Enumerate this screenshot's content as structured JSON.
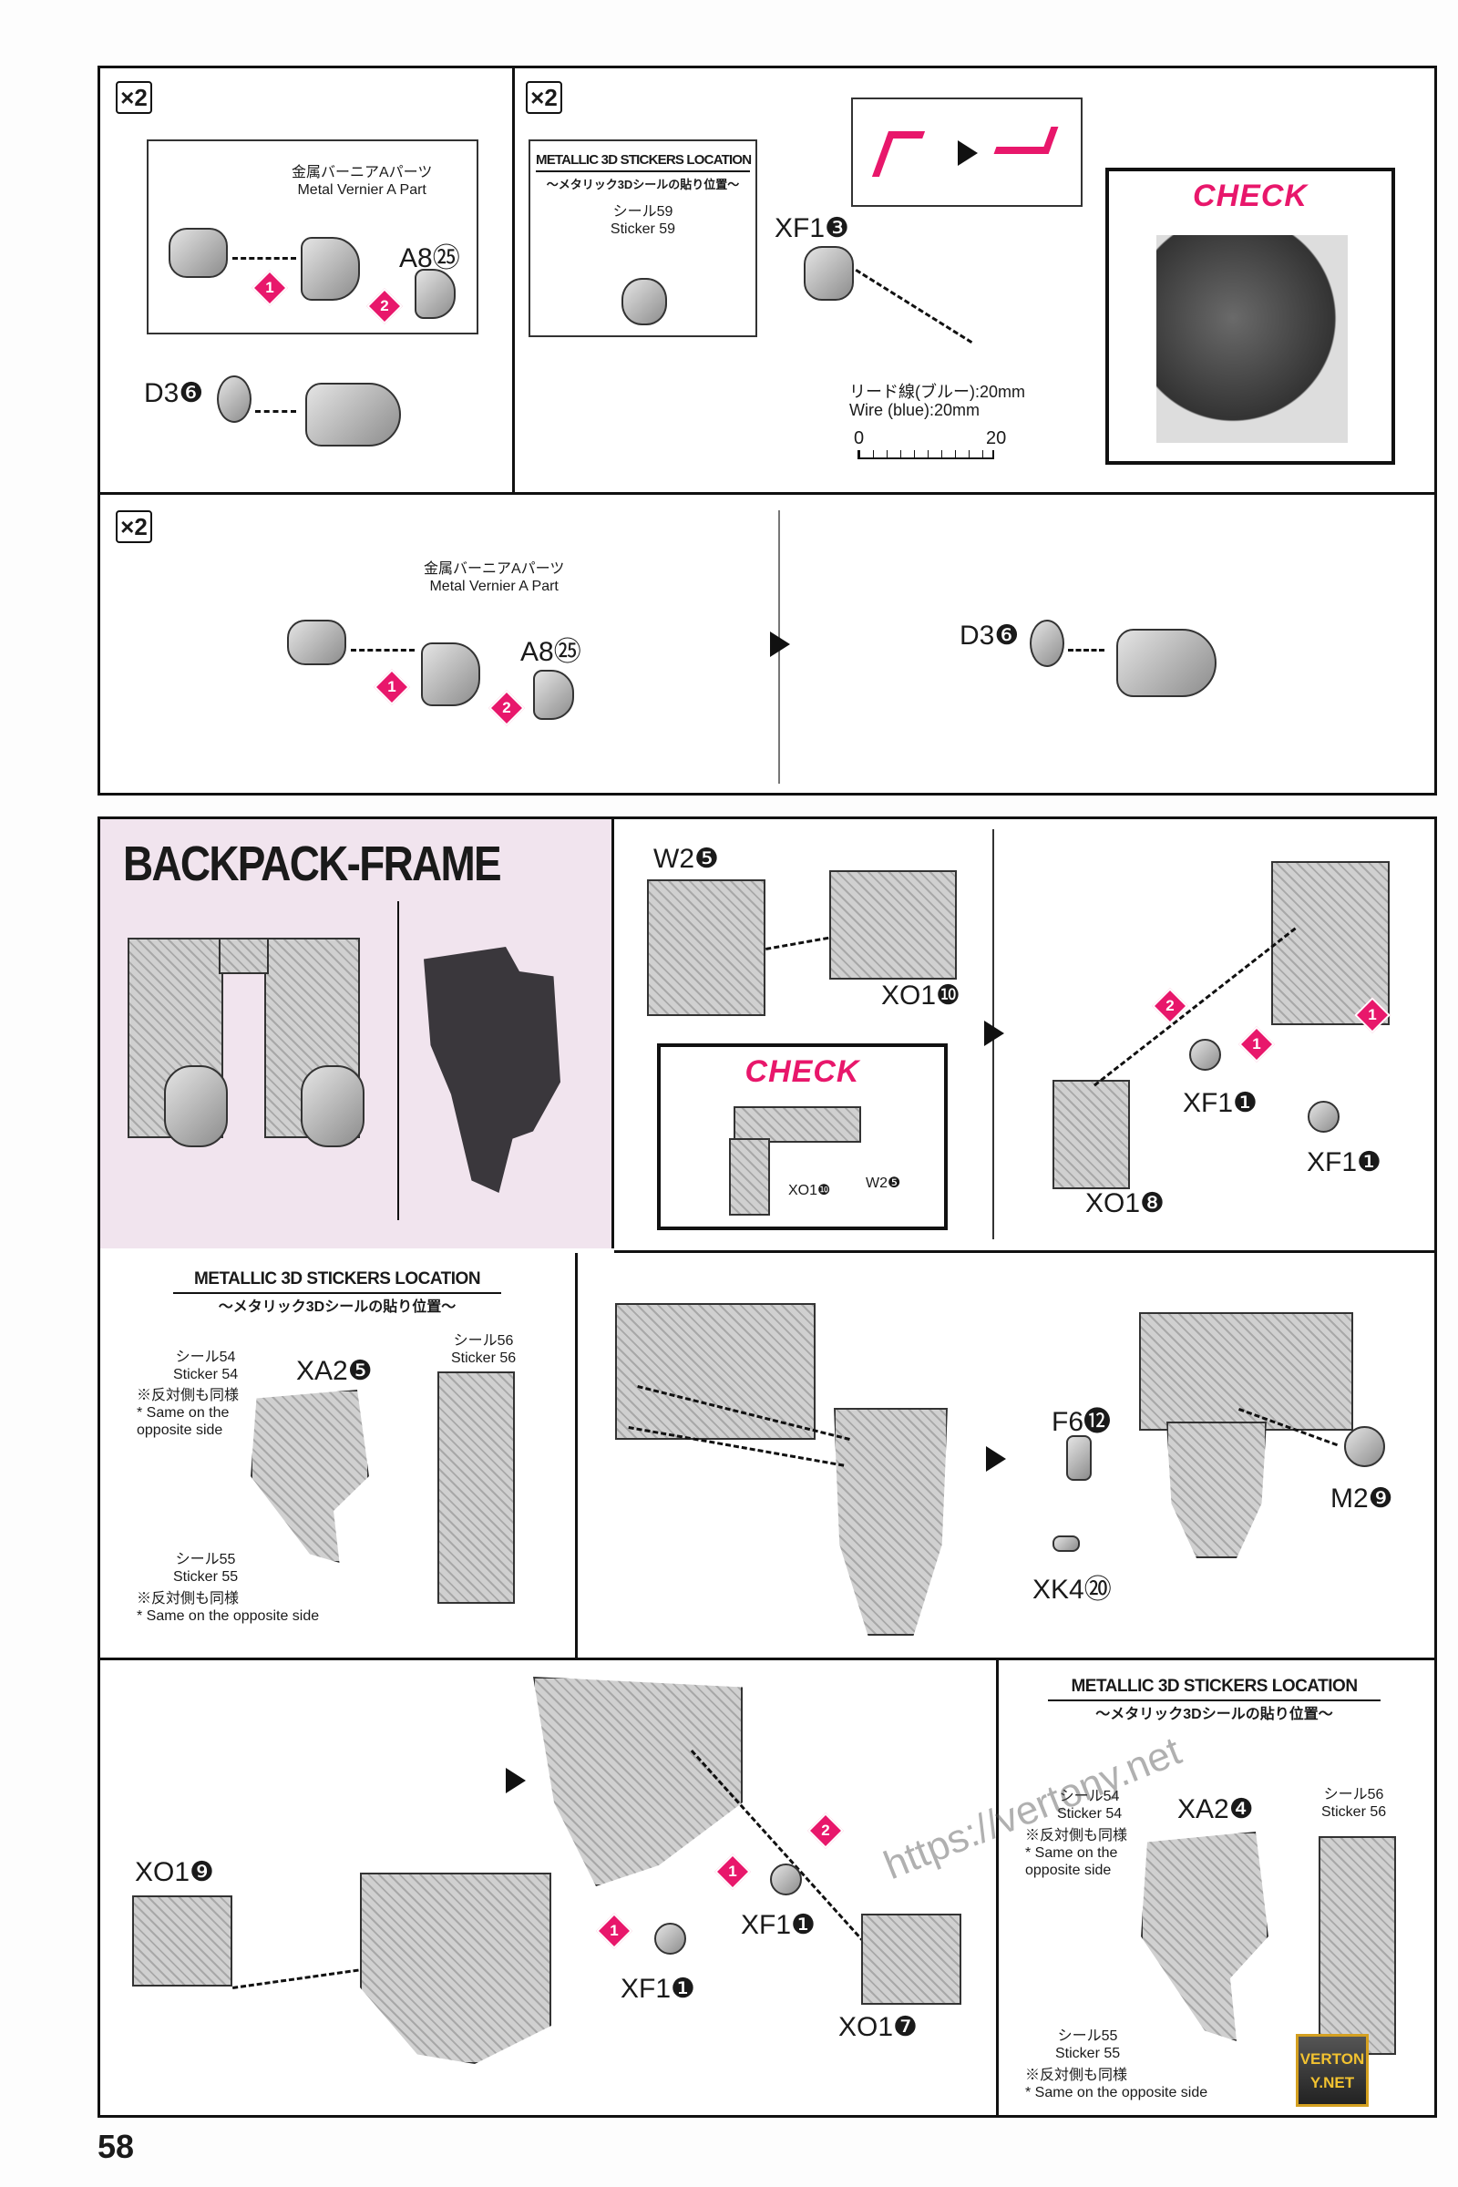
{
  "top_section": {
    "multiplier": "×2",
    "metal_vernier_jp": "金属バーニアAパーツ",
    "metal_vernier_en": "Metal Vernier A Part",
    "part_a8": "A8㉕",
    "part_d3": "D3❻",
    "step_1": "1",
    "step_2": "2",
    "sticker_heading": "METALLIC 3D STICKERS LOCATION",
    "sticker_heading_jp": "～メタリック3Dシールの貼り位置～",
    "sticker_jp": "シール59",
    "sticker_en": "Sticker 59",
    "part_xf1": "XF1❸",
    "wire_jp": "リード線(ブルー):20mm",
    "wire_en": "Wire (blue):20mm",
    "scale_min": "0",
    "scale_max": "20",
    "check_label": "CHECK"
  },
  "second_row": {
    "multiplier": "×2",
    "metal_vernier_jp": "金属バーニアAパーツ",
    "metal_vernier_en": "Metal Vernier A Part",
    "part_a8": "A8㉕",
    "part_d3": "D3❻",
    "step_1": "1",
    "step_2": "2"
  },
  "backpack": {
    "title": "BACKPACK-FRAME",
    "step1": {
      "w2": "W2❺",
      "xo1": "XO1❿",
      "check_label": "CHECK",
      "check_xo1": "XO1❿",
      "check_w2": "W2❺"
    },
    "step2": {
      "xf1_a": "XF1❶",
      "xf1_b": "XF1❶",
      "xo1": "XO1❽",
      "step_1a": "1",
      "step_1b": "1",
      "step_2": "2"
    },
    "stickers_a": {
      "heading": "METALLIC 3D STICKERS LOCATION",
      "heading_jp": "～メタリック3Dシールの貼り位置～",
      "part": "XA2❺",
      "s54_jp": "シール54",
      "s54_en": "Sticker 54",
      "same_jp": "※反対側も同様",
      "same_en": "* Same on the opposite side",
      "s55_jp": "シール55",
      "s55_en": "Sticker 55",
      "same2_jp": "※反対側も同様",
      "same2_en": "* Same on the opposite side",
      "s56_jp": "シール56",
      "s56_en": "Sticker 56"
    },
    "step4": {
      "f6": "F6⓬",
      "m2": "M2❾",
      "xk4": "XK4⑳"
    },
    "step5": {
      "xo1_9": "XO1❾",
      "xf1_a": "XF1❶",
      "xf1_b": "XF1❶",
      "xo1_7": "XO1❼",
      "step_1a": "1",
      "step_1b": "1",
      "step_2": "2"
    },
    "stickers_b": {
      "heading": "METALLIC 3D STICKERS LOCATION",
      "heading_jp": "～メタリック3Dシールの貼り位置～",
      "part": "XA2❹",
      "s54_jp": "シール54",
      "s54_en": "Sticker 54",
      "same_jp": "※反対側も同様",
      "same_en": "* Same on the opposite side",
      "s55_jp": "シール55",
      "s55_en": "Sticker 55",
      "same2_jp": "※反対側も同様",
      "same2_en": "* Same on the opposite side",
      "s56_jp": "シール56",
      "s56_en": "Sticker 56"
    }
  },
  "watermark": {
    "url": "https://vertony.net",
    "logo": "VERTONY.NET"
  },
  "page_number": "58",
  "colors": {
    "accent": "#e8176b",
    "title_panel": "#f1e4ee"
  }
}
